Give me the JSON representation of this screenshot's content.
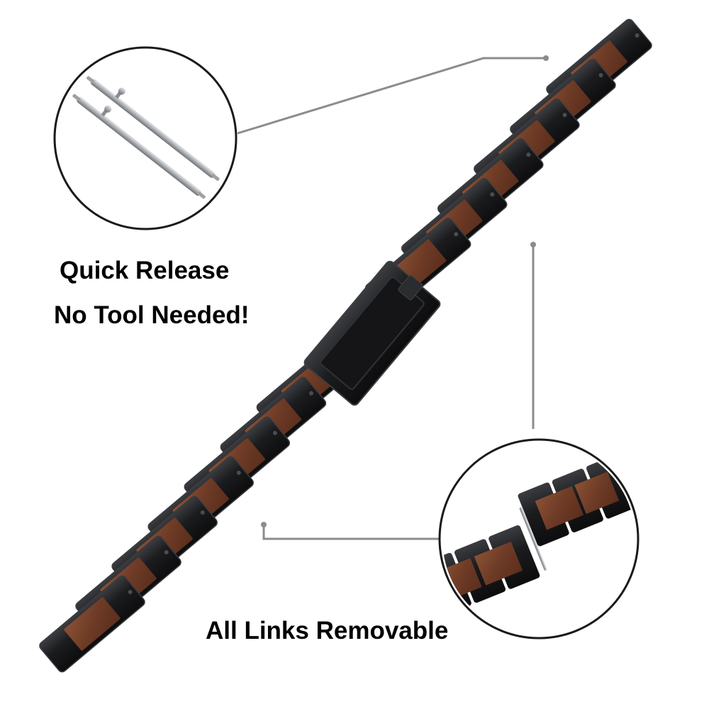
{
  "captions": {
    "quick_release": "Quick Release",
    "no_tool": "No Tool Needed!",
    "links_removable": "All Links  Removable"
  },
  "colors": {
    "metal": "#1b1c1e",
    "metal_edge": "#3a3c40",
    "wood": "#6e3b26",
    "wood_light": "#8a5236",
    "pin": "#b8bcc0",
    "callout_line": "#8c8c8c",
    "callout_circle": "#1a1a1a"
  },
  "icons": {
    "spring_bar": "spring-bar-pins-icon",
    "link_detail": "removable-link-detail-icon"
  }
}
